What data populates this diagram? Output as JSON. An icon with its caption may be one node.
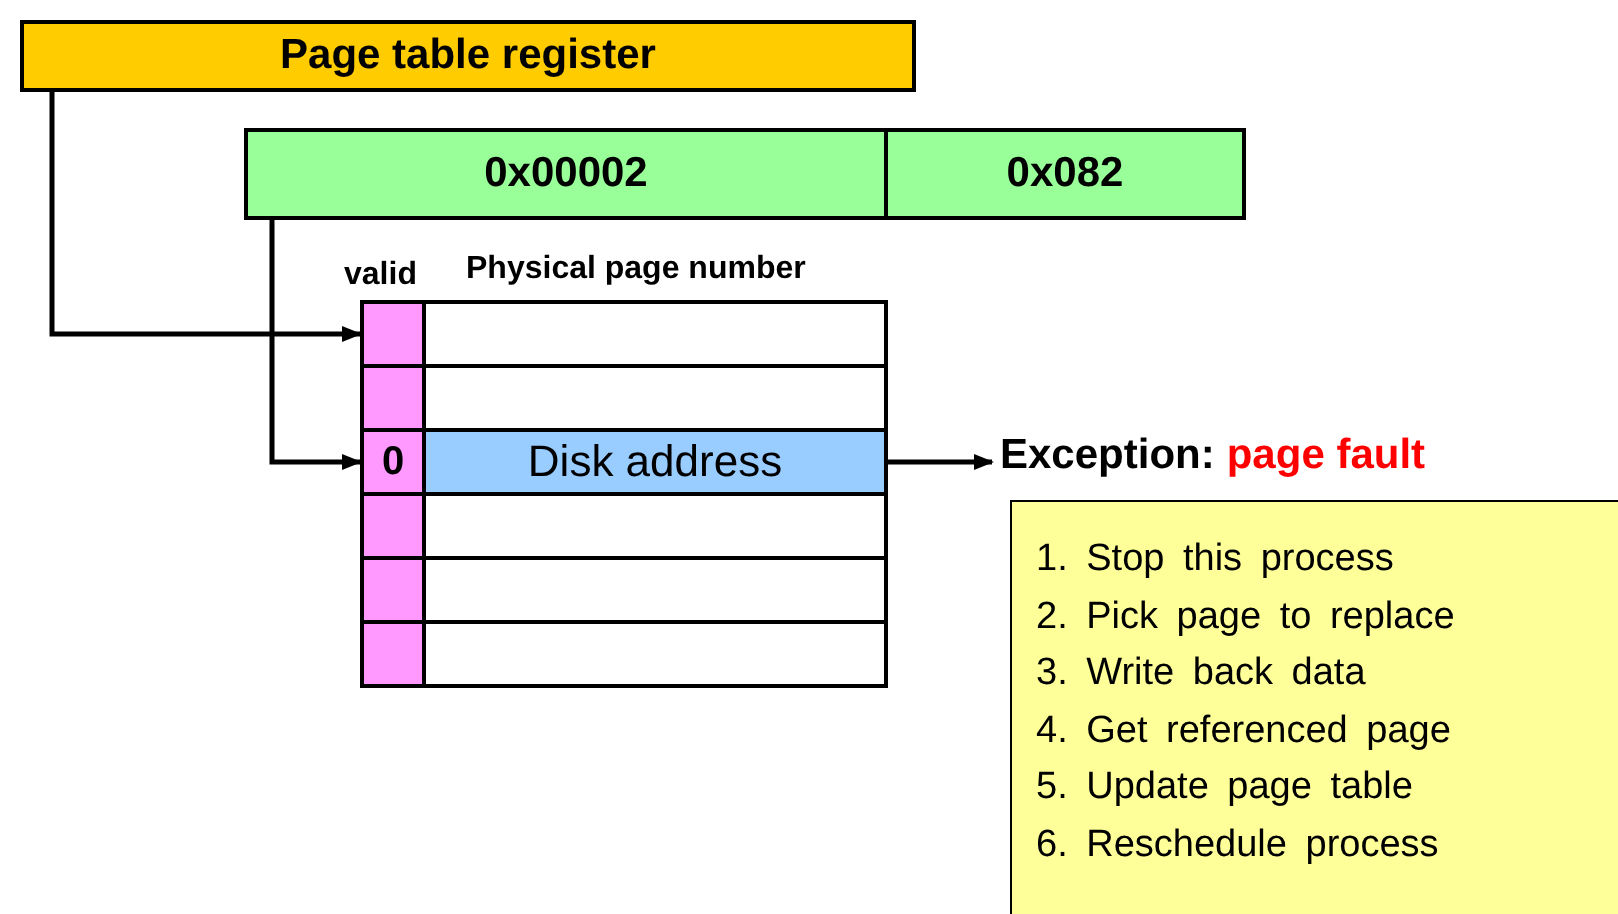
{
  "diagram": {
    "nodes": [
      {
        "text": [
          "Page table register"
        ]
      },
      {
        "text": [
          "0x00002"
        ]
      },
      {
        "text": [
          "0x082"
        ]
      },
      {
        "text": [],
        "shape": "box"
      },
      {
        "text": [],
        "shape": "box"
      },
      {
        "text": [],
        "shape": "box"
      },
      {
        "text": [],
        "shape": "box"
      },
      {
        "text": [
          "0"
        ]
      },
      {
        "text": [
          "Disk address"
        ]
      },
      {
        "text": [],
        "shape": "box"
      },
      {
        "text": [],
        "shape": "box"
      },
      {
        "text": [],
        "shape": "box"
      },
      {
        "text": [],
        "shape": "box"
      },
      {
        "text": [],
        "shape": "box"
      },
      {
        "text": [],
        "shape": "box"
      },
      {
        "text": [
          "Exception:",
          "page fault"
        ]
      },
      {
        "text": [
          "1. Stop this process",
          "2. Pick page to replace",
          "3. Write back data",
          "4. Get referenced page",
          "5. Update page table",
          "6. Reschedule process"
        ]
      }
    ],
    "edges": [
      {
        "from": 0,
        "to": 3,
        "arrow": "to"
      },
      {
        "from": 1,
        "to": 7,
        "arrow": "to"
      },
      {
        "from": 8,
        "to": 15,
        "arrow": "to"
      }
    ],
    "labels": [
      "valid",
      "Physical page number"
    ]
  }
}
